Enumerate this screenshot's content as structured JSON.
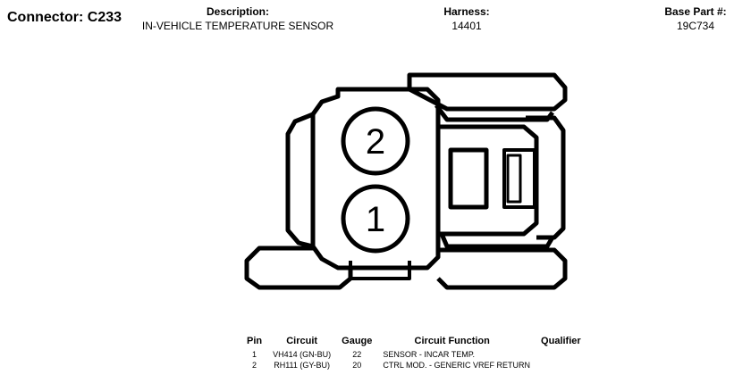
{
  "header": {
    "connector": "Connector: C233",
    "description_label": "Description:",
    "description": "IN-VEHICLE TEMPERATURE SENSOR",
    "harness_label": "Harness:",
    "harness": "14401",
    "base_part_label": "Base Part #:",
    "base_part": "19C734"
  },
  "diagram": {
    "pin_top": "2",
    "pin_bottom": "1"
  },
  "pin_table": {
    "headers": {
      "pin": "Pin",
      "circuit": "Circuit",
      "gauge": "Gauge",
      "function": "Circuit Function",
      "qualifier": "Qualifier"
    },
    "rows": [
      {
        "pin": "1",
        "circuit": "VH414 (GN-BU)",
        "gauge": "22",
        "function": "SENSOR - INCAR TEMP.",
        "qualifier": ""
      },
      {
        "pin": "2",
        "circuit": "RH111 (GY-BU)",
        "gauge": "20",
        "function": "CTRL MOD. - GENERIC VREF RETURN",
        "qualifier": ""
      }
    ]
  }
}
